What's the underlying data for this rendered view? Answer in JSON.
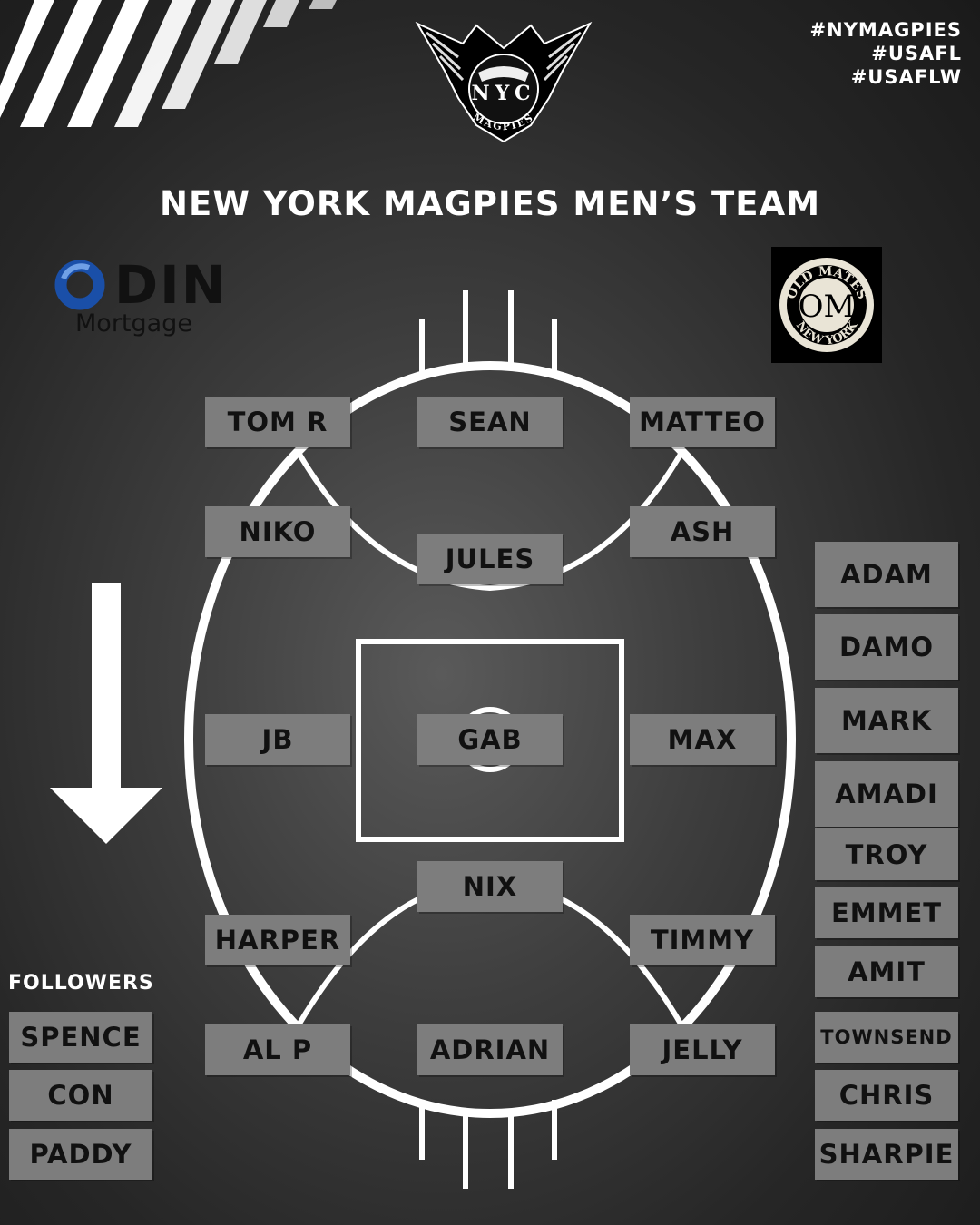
{
  "hashtags": [
    "#NYMAGPIES",
    "#USAFL",
    "#USAFLW"
  ],
  "title": "NEW YORK MAGPIES MEN’S TEAM",
  "club_logo": {
    "icon": "magpie-wings-crest-logo",
    "text_top": "NYC",
    "text_bottom": "MAGPIES"
  },
  "sponsor_left": {
    "icon": "odin-ring-logo",
    "word": "DIN",
    "sub": "Mortgage",
    "accent": "#1a4fa8"
  },
  "sponsor_right": {
    "icon": "old-mates-badge-logo",
    "top": "OLD MATES",
    "bottom": "NEW YORK",
    "monogram": "OM"
  },
  "positions": {
    "tom_r": "TOM R",
    "sean": "SEAN",
    "matteo": "MATTEO",
    "niko": "NIKO",
    "jules": "JULES",
    "ash": "ASH",
    "jb": "JB",
    "gab": "GAB",
    "max": "MAX",
    "nix": "NIX",
    "harper": "HARPER",
    "timmy": "TIMMY",
    "al_p": "AL P",
    "adrian": "ADRIAN",
    "jelly": "JELLY"
  },
  "followers_label": "FOLLOWERS",
  "followers": [
    "SPENCE",
    "CON",
    "PADDY"
  ],
  "bench": [
    "ADAM",
    "DAMO",
    "MARK",
    "AMADI",
    "TROY",
    "EMMET",
    "AMIT",
    "TOWNSEND",
    "CHRIS",
    "SHARPIE"
  ],
  "arrow_icon": "down-arrow-icon",
  "colors": {
    "box": "#7d7d7d",
    "text": "#111111",
    "lines": "#ffffff"
  }
}
